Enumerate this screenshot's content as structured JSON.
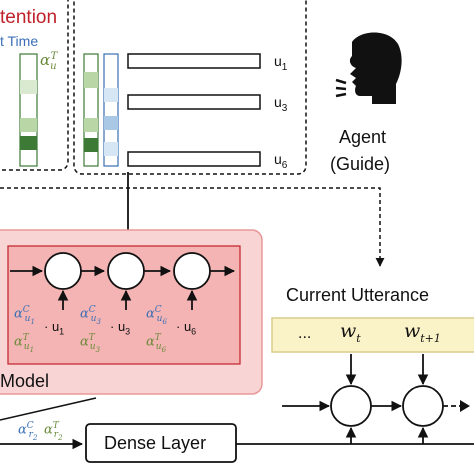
{
  "title_partial": "tention",
  "time_partial": "t Time",
  "alpha_top_sub": "u",
  "alpha_top_sup": "T",
  "utterances": [
    "u1",
    "u3",
    "u6"
  ],
  "agent_label": "Agent",
  "agent_sub_label": "(Guide)",
  "model_label": "Model",
  "current_utterance_label": "Current Utterance",
  "word_ellipsis_left": "...",
  "word_wt": "w",
  "word_wt_sub": "t",
  "word_wt1": "w",
  "word_wt1_sub": "t+1",
  "dense_layer_label": "Dense Layer",
  "rnn_weights": [
    {
      "c_sub": "u1",
      "t_sub": "u1",
      "u": "u1"
    },
    {
      "c_sub": "u3",
      "t_sub": "u3",
      "u": "u3"
    },
    {
      "c_sub": "u6",
      "t_sub": "u6",
      "u": "u6"
    }
  ],
  "dense_alpha_c_sub": "r2",
  "dense_alpha_t_sub": "r2",
  "colors": {
    "attention_red": "#c0202a",
    "time_blue": "#3a6fb5",
    "context_blue": "#3a6fb5",
    "temporal_green": "#6a8a3a",
    "model_box_fill": "#f9d4d4",
    "model_box_border": "#e89a9a",
    "inner_box_fill": "#f4b4b4",
    "utterance_box_fill": "#fbf3c8",
    "utterance_box_border": "#d8cc8c",
    "bar_green_dark": "#3d7a35",
    "bar_green_light": "#b9d7a6",
    "bar_blue_light": "#a9c8e6"
  }
}
